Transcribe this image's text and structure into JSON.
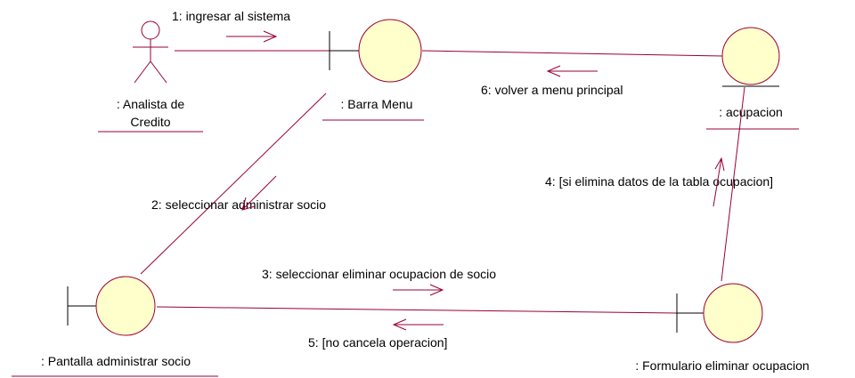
{
  "colors": {
    "line": "#990033",
    "object_fill": "#ffffcc",
    "text": "#000000",
    "background": "#ffffff"
  },
  "objects": {
    "analista": {
      "line1": ": Analista de",
      "line2": "Credito"
    },
    "barra_menu": {
      "label": ": Barra Menu"
    },
    "acupacion": {
      "label": ": acupacion"
    },
    "pantalla": {
      "label": ": Pantalla administrar socio"
    },
    "formulario": {
      "label": ": Formulario eliminar ocupacion"
    }
  },
  "messages": {
    "m1": "1: ingresar al sistema",
    "m2": "2: seleccionar administrar socio",
    "m3": "3: seleccionar eliminar ocupacion de socio",
    "m4": "4: [si elimina datos de la tabla ocupacion]",
    "m5": "5: [no cancela operacion]",
    "m6": "6: volver a menu principal"
  }
}
